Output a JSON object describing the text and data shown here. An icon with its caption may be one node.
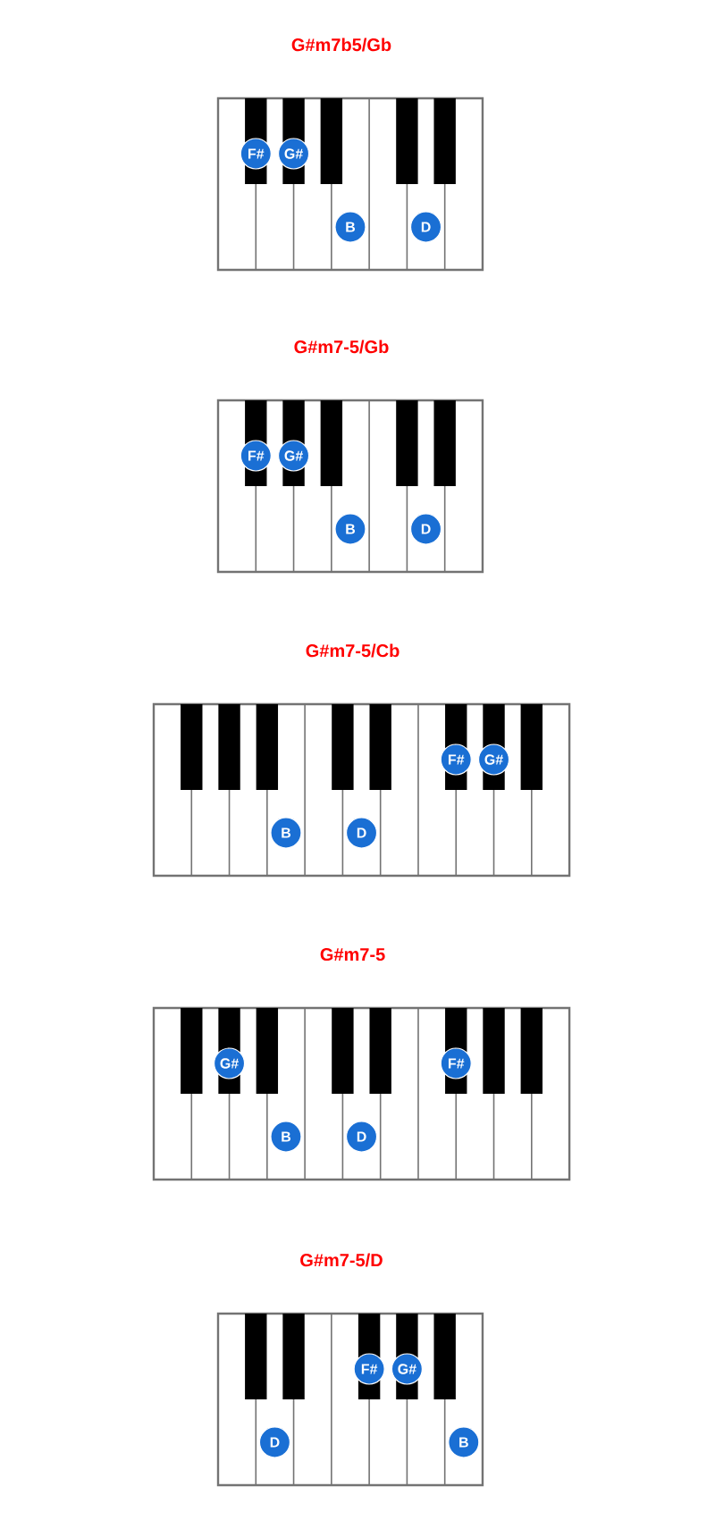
{
  "diagram": {
    "nodes": [
      {
        "text": [
          "G#m7b5/Gb"
        ]
      },
      {
        "text": [
          "F#"
        ],
        "in": 0
      },
      {
        "text": [
          "G#"
        ],
        "in": 0
      },
      {
        "text": [
          "B"
        ],
        "in": 0
      },
      {
        "text": [
          "D"
        ],
        "in": 0
      },
      {
        "text": [
          "G#m7-5/Gb"
        ]
      },
      {
        "text": [
          "F#"
        ],
        "in": 5
      },
      {
        "text": [
          "G#"
        ],
        "in": 5
      },
      {
        "text": [
          "B"
        ],
        "in": 5
      },
      {
        "text": [
          "D"
        ],
        "in": 5
      },
      {
        "text": [
          "G#m7-5/Cb"
        ]
      },
      {
        "text": [
          "F#"
        ],
        "in": 10
      },
      {
        "text": [
          "G#"
        ],
        "in": 10
      },
      {
        "text": [
          "B"
        ],
        "in": 10
      },
      {
        "text": [
          "D"
        ],
        "in": 10
      },
      {
        "text": [
          "G#m7-5"
        ]
      },
      {
        "text": [
          "G#"
        ],
        "in": 15
      },
      {
        "text": [
          "F#"
        ],
        "in": 15
      },
      {
        "text": [
          "B"
        ],
        "in": 15
      },
      {
        "text": [
          "D"
        ],
        "in": 15
      },
      {
        "text": [
          "G#m7-5/D"
        ]
      },
      {
        "text": [
          "F#"
        ],
        "in": 20
      },
      {
        "text": [
          "G#"
        ],
        "in": 20
      },
      {
        "text": [
          "D"
        ],
        "in": 20
      },
      {
        "text": [
          "B"
        ],
        "in": 20
      }
    ]
  }
}
